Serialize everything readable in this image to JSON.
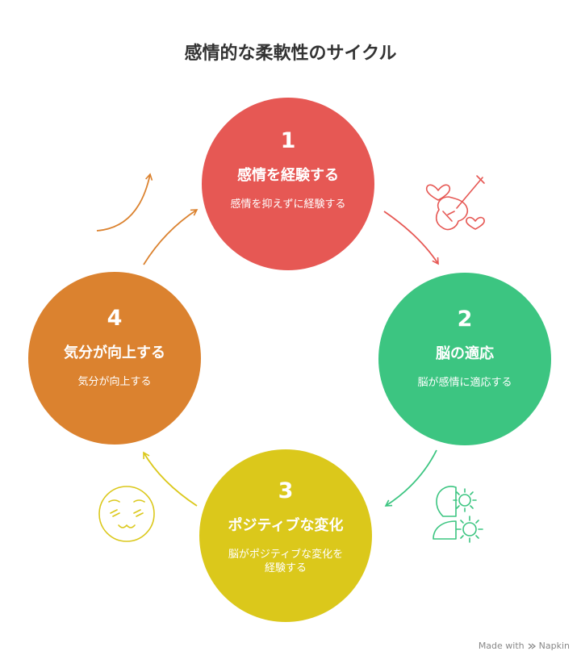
{
  "title": "感情的な柔軟性のサイクル",
  "steps": [
    {
      "num": "1",
      "title": "感情を経験する",
      "desc": "感情を抑えずに経験する",
      "color": "#e65854"
    },
    {
      "num": "2",
      "title": "脳の適応",
      "desc": "脳が感情に適応する",
      "color": "#3cc581"
    },
    {
      "num": "3",
      "title": "ポジティブな変化",
      "desc": "脳がポジティブな変化を経験する",
      "color": "#dbc81b"
    },
    {
      "num": "4",
      "title": "気分が向上する",
      "desc": "気分が向上する",
      "color": "#db822f"
    }
  ],
  "icons": [
    "heart-violin-icon",
    "brain-gears-icon",
    "smiling-face-icon"
  ],
  "footer": {
    "made_with": "Made with",
    "brand": "Napkin"
  }
}
